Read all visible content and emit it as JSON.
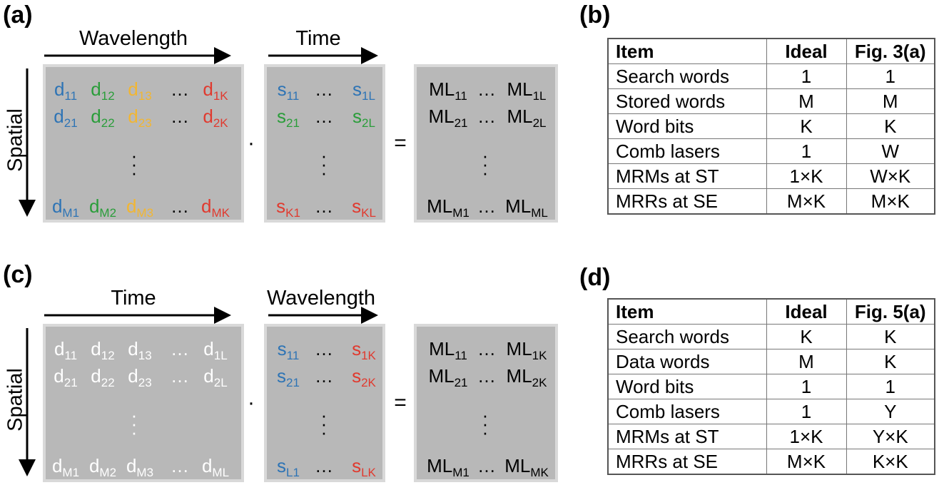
{
  "panels": {
    "a": {
      "label": "(a)",
      "top_axis": "Wavelength",
      "mid_axis": "Time",
      "side_axis": "Spatial",
      "dot": "·",
      "eq": "=",
      "left": {
        "row1": [
          {
            "t": "d",
            "s": "11",
            "c": "#2e74b5"
          },
          {
            "t": "d",
            "s": "12",
            "c": "#2a9d3a"
          },
          {
            "t": "d",
            "s": "13",
            "c": "#f2b632"
          },
          {
            "t": "…",
            "s": "",
            "c": "#000000"
          },
          {
            "t": "d",
            "s": "1K",
            "c": "#e03a2f"
          }
        ],
        "row2": [
          {
            "t": "d",
            "s": "21",
            "c": "#2e74b5"
          },
          {
            "t": "d",
            "s": "22",
            "c": "#2a9d3a"
          },
          {
            "t": "d",
            "s": "23",
            "c": "#f2b632"
          },
          {
            "t": "…",
            "s": "",
            "c": "#000000"
          },
          {
            "t": "d",
            "s": "2K",
            "c": "#e03a2f"
          }
        ],
        "row3": [
          {
            "t": "d",
            "s": "M1",
            "c": "#2e74b5"
          },
          {
            "t": "d",
            "s": "M2",
            "c": "#2a9d3a"
          },
          {
            "t": "d",
            "s": "M3",
            "c": "#f2b632"
          },
          {
            "t": "…",
            "s": "",
            "c": "#000000"
          },
          {
            "t": "d",
            "s": "MK",
            "c": "#e03a2f"
          }
        ]
      },
      "mid": {
        "row1": [
          {
            "t": "s",
            "s": "11",
            "c": "#2e74b5"
          },
          {
            "t": "…",
            "s": "",
            "c": "#000000"
          },
          {
            "t": "s",
            "s": "1L",
            "c": "#2e74b5"
          }
        ],
        "row2": [
          {
            "t": "s",
            "s": "21",
            "c": "#2a9d3a"
          },
          {
            "t": "…",
            "s": "",
            "c": "#000000"
          },
          {
            "t": "s",
            "s": "2L",
            "c": "#2a9d3a"
          }
        ],
        "row3": [
          {
            "t": "s",
            "s": "K1",
            "c": "#e03a2f"
          },
          {
            "t": "…",
            "s": "",
            "c": "#000000"
          },
          {
            "t": "s",
            "s": "KL",
            "c": "#e03a2f"
          }
        ]
      },
      "right": {
        "row1": [
          {
            "t": "ML",
            "s": "11",
            "c": "#000000"
          },
          {
            "t": "…",
            "s": "",
            "c": "#000000"
          },
          {
            "t": "ML",
            "s": "1L",
            "c": "#000000"
          }
        ],
        "row2": [
          {
            "t": "ML",
            "s": "21",
            "c": "#000000"
          },
          {
            "t": "…",
            "s": "",
            "c": "#000000"
          },
          {
            "t": "ML",
            "s": "2L",
            "c": "#000000"
          }
        ],
        "row3": [
          {
            "t": "ML",
            "s": "M1",
            "c": "#000000"
          },
          {
            "t": "…",
            "s": "",
            "c": "#000000"
          },
          {
            "t": "ML",
            "s": "ML",
            "c": "#000000"
          }
        ]
      }
    },
    "c": {
      "label": "(c)",
      "top_axis": "Time",
      "mid_axis": "Wavelength",
      "side_axis": "Spatial",
      "dot": "·",
      "eq": "=",
      "left": {
        "row1": [
          {
            "t": "d",
            "s": "11",
            "c": "#ffffff"
          },
          {
            "t": "d",
            "s": "12",
            "c": "#ffffff"
          },
          {
            "t": "d",
            "s": "13",
            "c": "#ffffff"
          },
          {
            "t": "…",
            "s": "",
            "c": "#ffffff"
          },
          {
            "t": "d",
            "s": "1L",
            "c": "#ffffff"
          }
        ],
        "row2": [
          {
            "t": "d",
            "s": "21",
            "c": "#ffffff"
          },
          {
            "t": "d",
            "s": "22",
            "c": "#ffffff"
          },
          {
            "t": "d",
            "s": "23",
            "c": "#ffffff"
          },
          {
            "t": "…",
            "s": "",
            "c": "#ffffff"
          },
          {
            "t": "d",
            "s": "2L",
            "c": "#ffffff"
          }
        ],
        "row3": [
          {
            "t": "d",
            "s": "M1",
            "c": "#ffffff"
          },
          {
            "t": "d",
            "s": "M2",
            "c": "#ffffff"
          },
          {
            "t": "d",
            "s": "M3",
            "c": "#ffffff"
          },
          {
            "t": "…",
            "s": "",
            "c": "#ffffff"
          },
          {
            "t": "d",
            "s": "ML",
            "c": "#ffffff"
          }
        ]
      },
      "mid": {
        "row1": [
          {
            "t": "s",
            "s": "11",
            "c": "#2e74b5"
          },
          {
            "t": "…",
            "s": "",
            "c": "#000000"
          },
          {
            "t": "s",
            "s": "1K",
            "c": "#e03a2f"
          }
        ],
        "row2": [
          {
            "t": "s",
            "s": "21",
            "c": "#2e74b5"
          },
          {
            "t": "…",
            "s": "",
            "c": "#000000"
          },
          {
            "t": "s",
            "s": "2K",
            "c": "#e03a2f"
          }
        ],
        "row3": [
          {
            "t": "s",
            "s": "L1",
            "c": "#2e74b5"
          },
          {
            "t": "…",
            "s": "",
            "c": "#000000"
          },
          {
            "t": "s",
            "s": "LK",
            "c": "#e03a2f"
          }
        ]
      },
      "right": {
        "row1": [
          {
            "t": "ML",
            "s": "11",
            "c": "#000000"
          },
          {
            "t": "…",
            "s": "",
            "c": "#000000"
          },
          {
            "t": "ML",
            "s": "1K",
            "c": "#000000"
          }
        ],
        "row2": [
          {
            "t": "ML",
            "s": "21",
            "c": "#000000"
          },
          {
            "t": "…",
            "s": "",
            "c": "#000000"
          },
          {
            "t": "ML",
            "s": "2K",
            "c": "#000000"
          }
        ],
        "row3": [
          {
            "t": "ML",
            "s": "M1",
            "c": "#000000"
          },
          {
            "t": "…",
            "s": "",
            "c": "#000000"
          },
          {
            "t": "ML",
            "s": "MK",
            "c": "#000000"
          }
        ]
      }
    },
    "b": {
      "label": "(b)",
      "header": [
        "Item",
        "Ideal",
        "Fig. 3(a)"
      ],
      "rows": [
        [
          "Search words",
          "1",
          "1"
        ],
        [
          "Stored words",
          "M",
          "M"
        ],
        [
          "Word bits",
          "K",
          "K"
        ],
        [
          "Comb lasers",
          "1",
          "W"
        ],
        [
          "MRMs at ST",
          "1×K",
          "W×K"
        ],
        [
          "MRRs at SE",
          "M×K",
          "M×K"
        ]
      ]
    },
    "d": {
      "label": "(d)",
      "header": [
        "Item",
        "Ideal",
        "Fig. 5(a)"
      ],
      "rows": [
        [
          "Search words",
          "K",
          "K"
        ],
        [
          "Data words",
          "M",
          "K"
        ],
        [
          "Word bits",
          "1",
          "1"
        ],
        [
          "Comb lasers",
          "1",
          "Y"
        ],
        [
          "MRMs at ST",
          "1×K",
          "Y×K"
        ],
        [
          "MRRs at SE",
          "M×K",
          "K×K"
        ]
      ]
    }
  }
}
